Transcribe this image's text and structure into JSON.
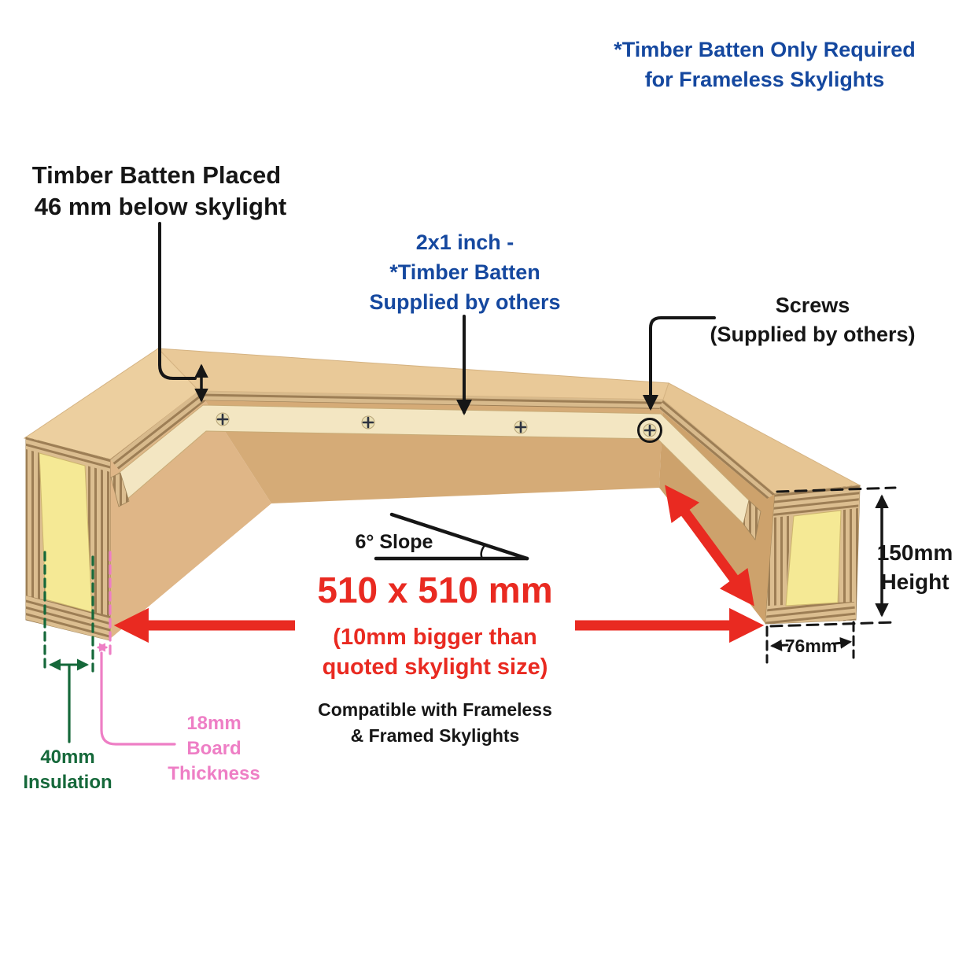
{
  "labels": {
    "note": {
      "line1": "*Timber Batten Only Required",
      "line2": "for Frameless Skylights"
    },
    "batten_position": {
      "line1": "Timber Batten Placed",
      "line2": "46 mm below skylight"
    },
    "batten_spec": {
      "line1": "2x1 inch -",
      "line2": "*Timber Batten",
      "line3": "Supplied by others"
    },
    "screws": {
      "line1": "Screws",
      "line2": "(Supplied by others)"
    },
    "slope": "6°  Slope",
    "opening_size": {
      "value": "510 x 510 mm",
      "note1": "(10mm bigger than",
      "note2": "quoted skylight size)"
    },
    "compatibility": {
      "line1": "Compatible with Frameless",
      "line2": "& Framed Skylights"
    },
    "height": {
      "value": "150mm",
      "label": "Height"
    },
    "width": {
      "value": "76mm"
    },
    "insulation": {
      "value": "40mm",
      "label": "Insulation"
    },
    "board": {
      "value": "18mm",
      "label1": "Board",
      "label2": "Thickness"
    }
  },
  "colors": {
    "annotation_blue": "#15489f",
    "annotation_red": "#e92a21",
    "annotation_green": "#15683a",
    "annotation_pink": "#ee7ec5",
    "annotation_black": "#161616",
    "wood_top": "#eaca9a",
    "wood_inner": "#d5ab77",
    "plywood_stripe": "#9d7e55",
    "batten_cream": "#f3e6c2",
    "insulation_yellow": "#f5e995"
  }
}
